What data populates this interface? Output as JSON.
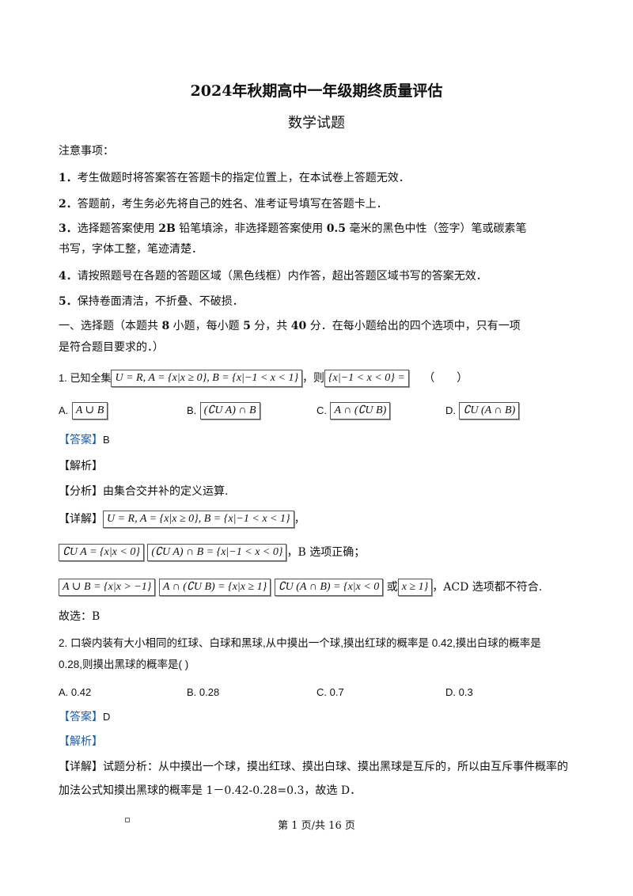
{
  "header": {
    "title": "2024年秋期高中一年级期终质量评估",
    "subtitle": "数学试题"
  },
  "notes": {
    "heading": "注意事项：",
    "items": [
      {
        "num": "1．",
        "text": "考生做题时将答案答在答题卡的指定位置上，在本试卷上答题无效．"
      },
      {
        "num": "2．",
        "text": "答题前，考生务必先将自己的姓名、准考证号填写在答题卡上．"
      },
      {
        "num": "3．",
        "text_a": "选择题答案使用 ",
        "bold_a": "2B",
        "text_b": " 铅笔填涂，非选择题答案使用 ",
        "bold_b": "0.5",
        "text_c": " 毫米的黑色中性（签字）笔或碳素笔",
        "text_d": "书写，字体工整，笔迹清楚．"
      },
      {
        "num": "4．",
        "text": "请按照题号在各题的答题区域（黑色线框）内作答，超出答题区域书写的答案无效．"
      },
      {
        "num": "5．",
        "text": "保持卷面清洁，不折叠、不破损．"
      }
    ]
  },
  "section1": {
    "line1_a": "一、选择题（本题共 ",
    "line1_b": "8",
    "line1_c": " 小题，每小题 ",
    "line1_d": "5",
    "line1_e": " 分，共 ",
    "line1_f": "40",
    "line1_g": " 分．在每小题给出的四个选项中，只有一项",
    "line2": "是符合题目要求的．）"
  },
  "q1": {
    "stem_a": "1. 已知全集",
    "formula1": "U = R, A = {x|x ≥ 0}, B = {x|−1 < x < 1}",
    "comma": "，则",
    "formula2": "{x|−1 < x < 0} =",
    "paren": "（　　）",
    "options": [
      {
        "label": "A.",
        "formula": "A ∪ B"
      },
      {
        "label": "B.",
        "formula": "(∁U A) ∩ B"
      },
      {
        "label": "C.",
        "formula": "A ∩ (∁U B)"
      },
      {
        "label": "D.",
        "formula": "∁U (A ∩ B)"
      }
    ],
    "answer_tag": "【答案】",
    "answer": "B",
    "analysis_tag": "【解析】",
    "fenxi_tag": "【分析】",
    "fenxi": "由集合交并补的定义运算.",
    "detail_tag": "【详解】",
    "detail_f1": "U = R, A = {x|x ≥ 0}, B = {x|−1 < x < 1}",
    "detail_comma": "，",
    "detail_f2": "∁U A = {x|x < 0}",
    "detail_f3": "(∁U A) ∩ B = {x|−1 < x < 0}",
    "detail_b_correct": "，B 选项正确；",
    "detail_f4": "A ∪ B = {x|x > −1}",
    "detail_f5": "A ∩ (∁U B) = {x|x ≥ 1}",
    "detail_f6": "∁U (A ∩ B) = {x|x < 0",
    "detail_or": "或",
    "detail_f7": "x ≥ 1}",
    "detail_acd": "，ACD 选项都不符合.",
    "conclusion": "故选：B"
  },
  "q2": {
    "stem1": "2. 口袋内装有大小相同的红球、白球和黑球,从中摸出一个球,摸出红球的概率是 0.42,摸出白球的概率是",
    "stem2": "0.28,则摸出黑球的概率是(  )",
    "options": [
      {
        "label": "A. 0.42"
      },
      {
        "label": "B. 0.28"
      },
      {
        "label": "C. 0.7"
      },
      {
        "label": "D. 0.3"
      }
    ],
    "answer_tag": "【答案】",
    "answer": "D",
    "analysis_tag": "【解析】",
    "detail_tag": "【详解】",
    "detail1": "试题分析：从中摸出一个球，摸出红球、摸出白球、摸出黑球是互斥的，所以由互斥事件概率的",
    "detail2": "加法公式知摸出黑球的概率是 1－0.42-0.28=0.3，故选 D．"
  },
  "footer": {
    "page": "第 1 页/共 16 页"
  }
}
